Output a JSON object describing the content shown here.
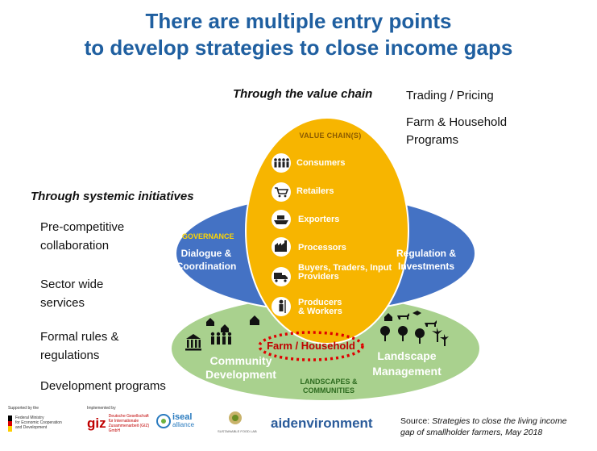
{
  "title": {
    "line1": "There are multiple entry points",
    "line2": "to develop strategies to close income gaps"
  },
  "value_chain_heading": "Through the value chain",
  "right_items": [
    "Trading / Pricing",
    "Farm & Household",
    "Programs"
  ],
  "systemic_heading": "Through systemic initiatives",
  "systemic_items": [
    "Pre-competitive",
    "collaboration",
    "Sector wide",
    "services",
    "Formal rules &",
    "regulations",
    "Development programs"
  ],
  "value_chain": {
    "heading": "VALUE CHAIN(S)",
    "items": [
      {
        "label": "Consumers",
        "icon": "people-icon"
      },
      {
        "label": "Retailers",
        "icon": "cart-icon"
      },
      {
        "label": "Exporters",
        "icon": "ship-icon"
      },
      {
        "label": "Processors",
        "icon": "factory-icon"
      },
      {
        "label": "Buyers, Traders, Input",
        "label2": "Providers",
        "icon": "truck-icon"
      },
      {
        "label": "Producers",
        "label2": "& Workers",
        "icon": "farmer-icon"
      }
    ]
  },
  "governance": {
    "heading": "GOVERNANCE",
    "left": [
      "Dialogue &",
      "Coordination"
    ],
    "right": [
      "Regulation &",
      "Investments"
    ]
  },
  "landscapes": {
    "left": [
      "Community",
      "Development"
    ],
    "right": [
      "Landscape",
      "Management"
    ],
    "bottom": [
      "LANDSCAPES &",
      "COMMUNITIES"
    ],
    "center": "Farm / Household"
  },
  "footer": {
    "supported_by": "Supported by the",
    "ministry": [
      "Federal Ministry",
      "for Economic Cooperation",
      "and Development"
    ],
    "implemented_by": "Implemented by",
    "giz": "giz",
    "giz_small": [
      "Deutsche Gesellschaft",
      "für Internationale",
      "Zusammenarbeit (GIZ) GmbH"
    ],
    "iseal": [
      "iseal",
      "alliance"
    ],
    "sfl": "SUSTAINABLE FOOD LAB",
    "aidenvironment": "aidenvironment",
    "source_prefix": "Source: ",
    "source_italic1": "Strategies to close the living income",
    "source_italic2": "gap of smallholder farmers, May 2018"
  },
  "colors": {
    "title": "#1f5fa0",
    "value_chain": "#f7b500",
    "governance": "#4472c4",
    "landscapes": "#a9d18e",
    "farm_household": "#c00000"
  }
}
